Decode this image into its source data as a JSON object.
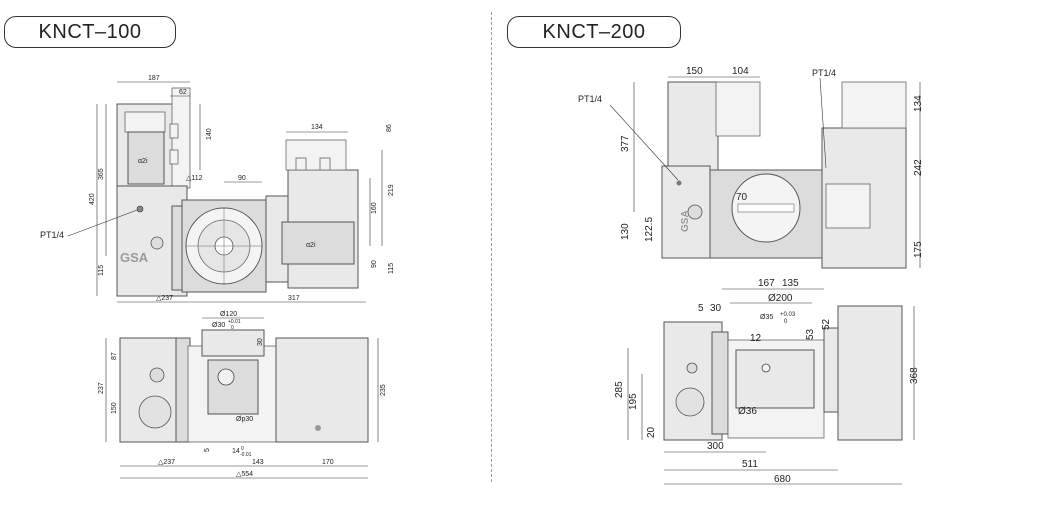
{
  "left": {
    "title": "KNCT–100",
    "port_label": "PT1/4",
    "logo": "GSA",
    "motor_label_1": "α2i",
    "motor_label_2": "α2i",
    "top_view_dims": {
      "d187": "187",
      "d62": "62",
      "d140": "140",
      "d134": "134",
      "d86": "86",
      "d365": "365",
      "d420": "420",
      "d115a": "115",
      "d112": "112",
      "d90": "90",
      "d160": "160",
      "d219": "219",
      "d90b": "90",
      "d115b": "115",
      "d237": "237",
      "d317": "317"
    },
    "front_view_dims": {
      "d120": "Ø120",
      "d30": "Ø30",
      "tol01": "+0.01",
      "tol0": "0",
      "d30b": "30",
      "d87": "87",
      "d237": "237",
      "d150": "150",
      "dp30": "Øp30",
      "d235": "235",
      "d5": "5",
      "d14": "14",
      "tol0b": "0",
      "tolm": "-0.01",
      "d237b": "237",
      "d143": "143",
      "d170": "170",
      "d554": "554"
    }
  },
  "right": {
    "title": "KNCT–200",
    "port_label_1": "PT1/4",
    "port_label_2": "PT1/4",
    "logo": "GSA",
    "top_view_dims": {
      "d150": "150",
      "d104": "104",
      "d134": "134",
      "d377": "377",
      "d242": "242",
      "d70": "70",
      "d130": "130",
      "d1225": "122.5",
      "d175": "175"
    },
    "front_view_dims": {
      "d167": "167",
      "d135": "135",
      "d5": "5",
      "d30": "30",
      "d200": "Ø200",
      "d35": "Ø35",
      "tol003": "+0.03",
      "tol0": "0",
      "d53": "53",
      "d52": "52",
      "d12": "12",
      "d285": "285",
      "d195": "195",
      "d36": "Ø36",
      "d368": "368",
      "d20": "20",
      "d300": "300",
      "d511": "511",
      "d680": "680"
    }
  }
}
